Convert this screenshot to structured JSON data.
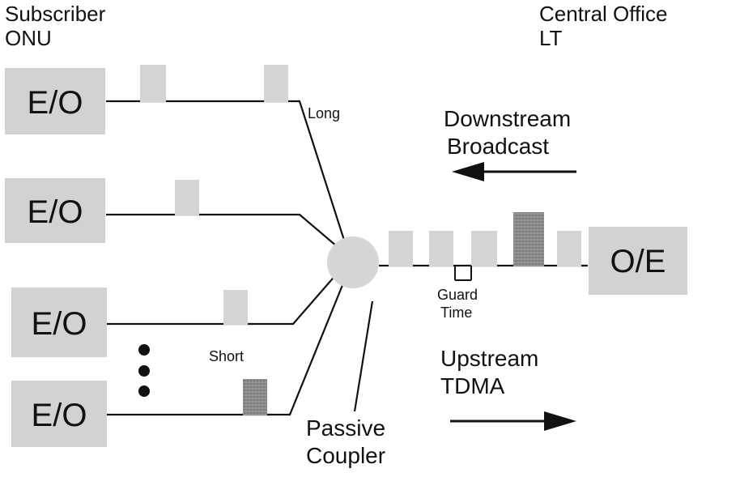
{
  "subscriber": {
    "line1": "Subscriber",
    "line2": "ONU"
  },
  "central_office": {
    "line1": "Central Office",
    "line2": "LT"
  },
  "onu_boxes": [
    {
      "label": "E/O"
    },
    {
      "label": "E/O"
    },
    {
      "label": "E/O"
    },
    {
      "label": "E/O"
    }
  ],
  "lt_box": {
    "label": "O/E"
  },
  "labels": {
    "long": "Long",
    "short": "Short",
    "guard_line1": "Guard",
    "guard_line2": "Time",
    "coupler_line1": "Passive",
    "coupler_line2": "Coupler",
    "downstream_line1": "Downstream",
    "downstream_line2": "Broadcast",
    "upstream_line1": "Upstream",
    "upstream_line2": "TDMA"
  },
  "colors": {
    "box": "#d2d2d2",
    "pulse": "#d4d4d4",
    "pulse_dark": "#8c8c8c",
    "line": "#111111",
    "coupler": "#d6d6d6"
  }
}
